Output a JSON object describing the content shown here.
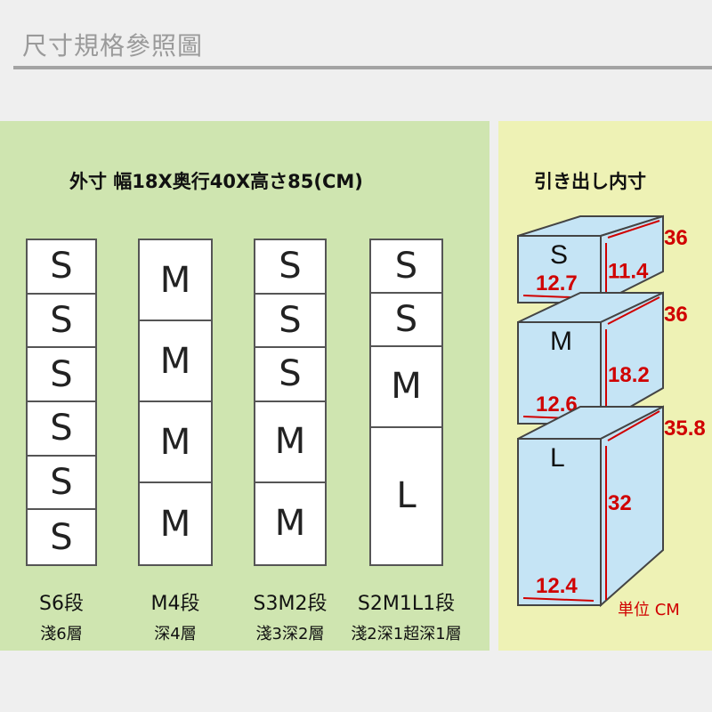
{
  "title": "尺寸規格參照圖",
  "outer": {
    "heading": "外寸 幅18X奥行40X高さ85(CM)",
    "columns": [
      {
        "cells": [
          "S",
          "S",
          "S",
          "S",
          "S",
          "S"
        ],
        "name": "S6段",
        "desc": "淺6層"
      },
      {
        "cells": [
          "M",
          "M",
          "M",
          "M"
        ],
        "name": "M4段",
        "desc": "深4層"
      },
      {
        "cells": [
          "S",
          "S",
          "S",
          "M",
          "M"
        ],
        "name": "S3M2段",
        "desc": "淺3深2層"
      },
      {
        "cells": [
          "S",
          "S",
          "M",
          "L"
        ],
        "name": "S2M1L1段",
        "desc": "淺2深1超深1層"
      }
    ]
  },
  "inner": {
    "heading": "引き出し内寸",
    "unit": "単位 CM",
    "drawers": [
      {
        "label": "S",
        "width": "12.7",
        "height": "11.4",
        "depth": "36"
      },
      {
        "label": "M",
        "width": "12.6",
        "height": "18.2",
        "depth": "36"
      },
      {
        "label": "L",
        "width": "12.4",
        "height": "32",
        "depth": "35.8"
      }
    ]
  },
  "colors": {
    "green": "#cfe5b0",
    "yellow": "#eef2b5",
    "box": "#c5e4f5",
    "dim": "#d00000"
  }
}
